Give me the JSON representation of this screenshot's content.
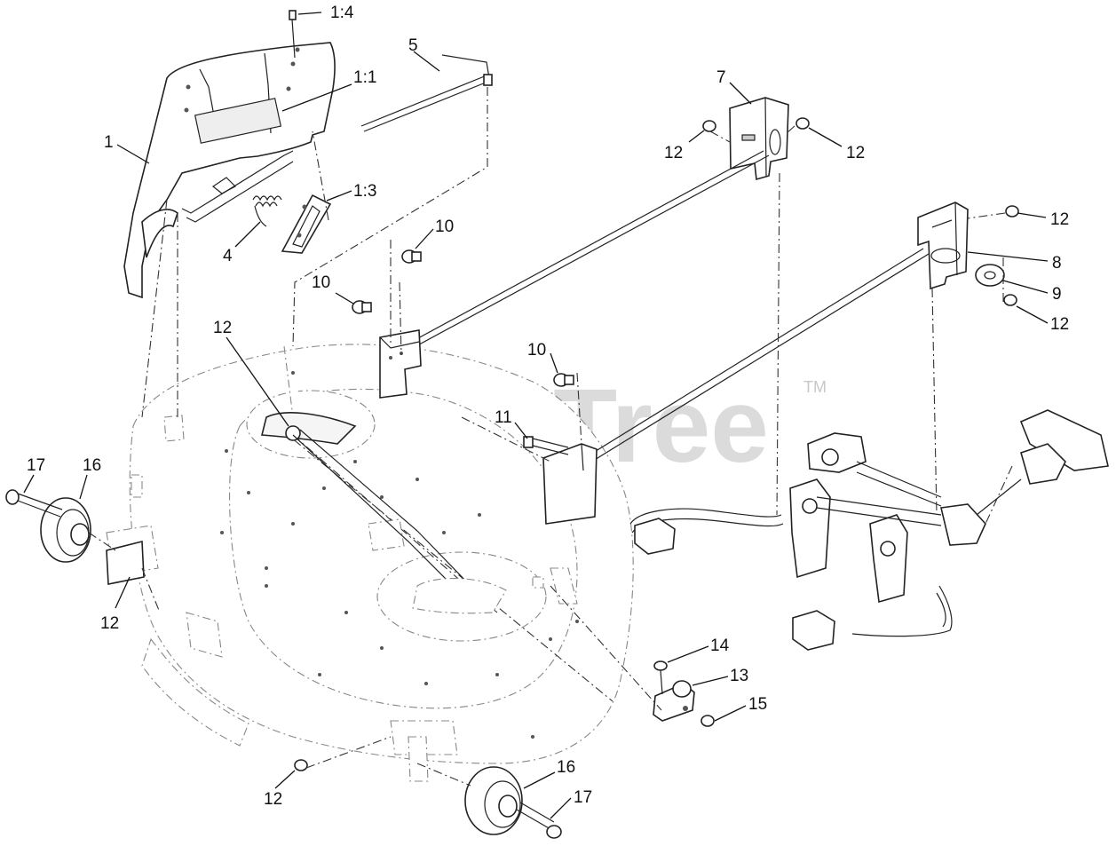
{
  "watermark": {
    "brand": "PartsTree",
    "trademark": "TM"
  },
  "callouts": [
    {
      "id": "c-1-4",
      "text": "1:4"
    },
    {
      "id": "c-1-1",
      "text": "1:1"
    },
    {
      "id": "c-5",
      "text": "5"
    },
    {
      "id": "c-7",
      "text": "7"
    },
    {
      "id": "c-1",
      "text": "1"
    },
    {
      "id": "c-12a",
      "text": "12"
    },
    {
      "id": "c-12b",
      "text": "12"
    },
    {
      "id": "c-1-3",
      "text": "1:3"
    },
    {
      "id": "c-12c",
      "text": "12"
    },
    {
      "id": "c-10a",
      "text": "10"
    },
    {
      "id": "c-4",
      "text": "4"
    },
    {
      "id": "c-8",
      "text": "8"
    },
    {
      "id": "c-10b",
      "text": "10"
    },
    {
      "id": "c-9",
      "text": "9"
    },
    {
      "id": "c-12d",
      "text": "12"
    },
    {
      "id": "c-12e",
      "text": "12"
    },
    {
      "id": "c-10c",
      "text": "10"
    },
    {
      "id": "c-11",
      "text": "11"
    },
    {
      "id": "c-17a",
      "text": "17"
    },
    {
      "id": "c-16a",
      "text": "16"
    },
    {
      "id": "c-12f",
      "text": "12"
    },
    {
      "id": "c-14",
      "text": "14"
    },
    {
      "id": "c-13",
      "text": "13"
    },
    {
      "id": "c-15",
      "text": "15"
    },
    {
      "id": "c-16b",
      "text": "16"
    },
    {
      "id": "c-17b",
      "text": "17"
    },
    {
      "id": "c-12g",
      "text": "12"
    }
  ]
}
